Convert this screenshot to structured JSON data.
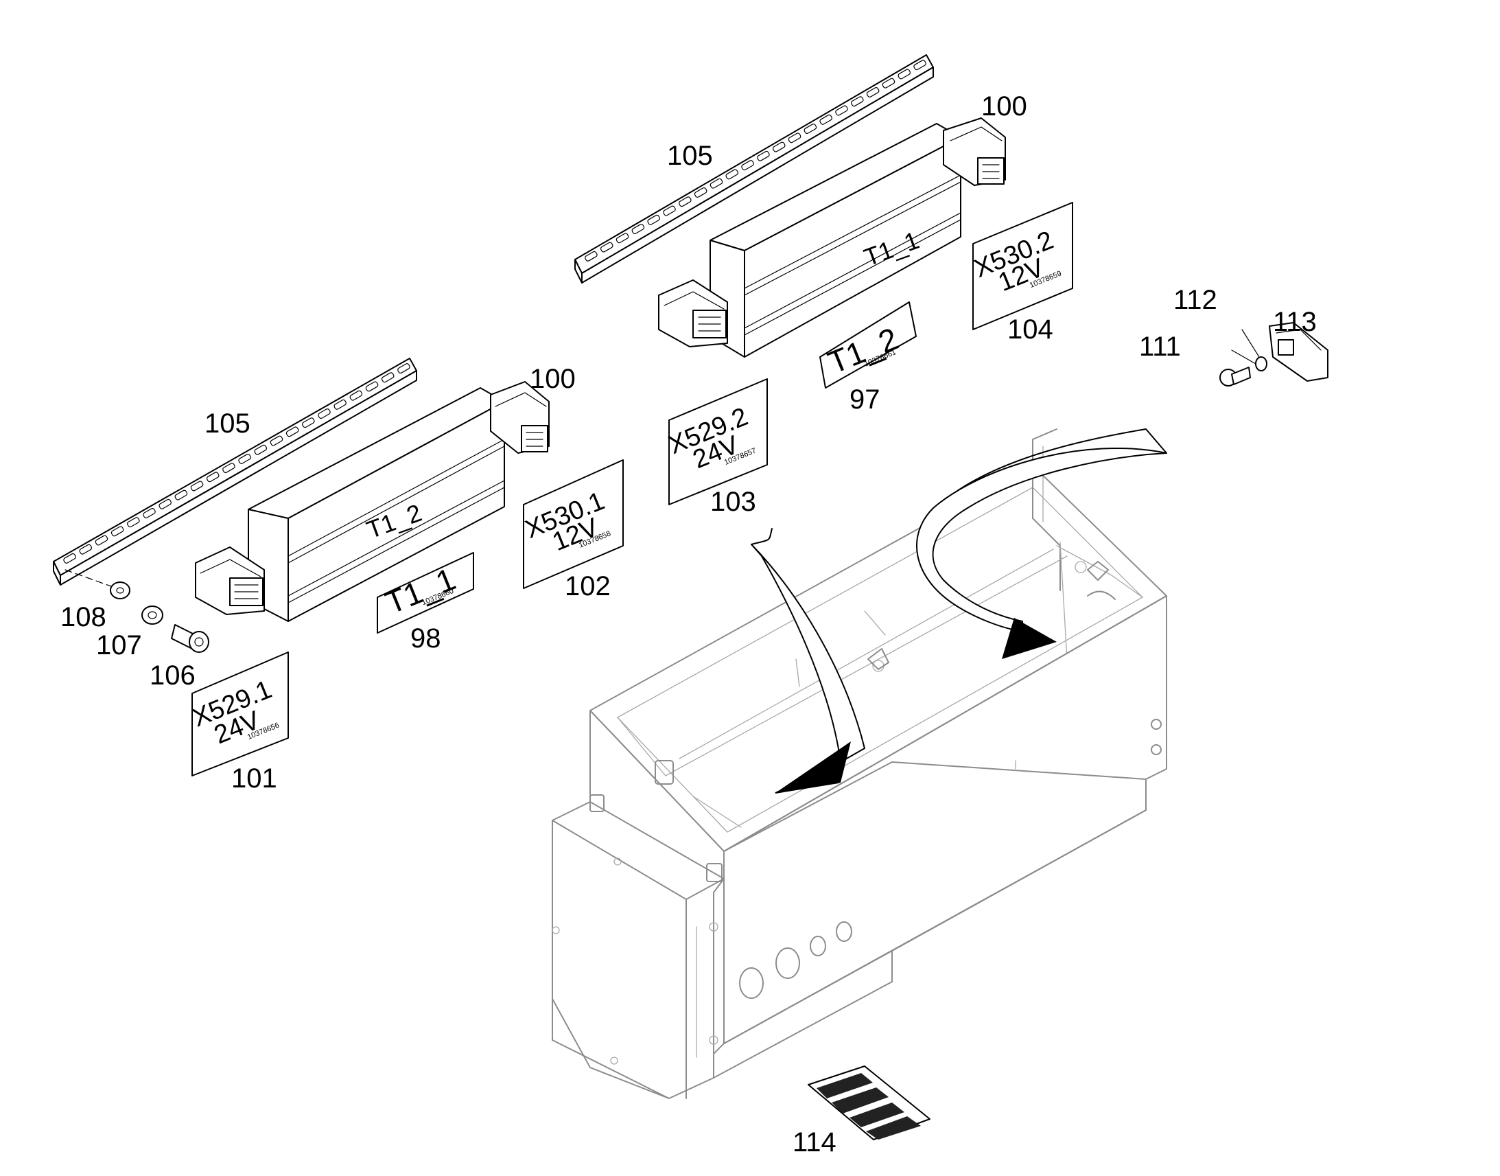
{
  "diagram": {
    "callouts": {
      "c97": "97",
      "c98": "98",
      "c100a": "100",
      "c100b": "100",
      "c101": "101",
      "c102": "102",
      "c103": "103",
      "c104": "104",
      "c105a": "105",
      "c105b": "105",
      "c106": "106",
      "c107": "107",
      "c108": "108",
      "c111": "111",
      "c112": "112",
      "c113": "113",
      "c114": "114"
    },
    "unit_labels": {
      "upper": "T1_1",
      "lower": "T1_2"
    },
    "tags": {
      "t97_main": "T1_2",
      "t97_code": "10378661",
      "t98_main": "T1_1",
      "t98_code": "10378660",
      "t101_l1": "X529.1",
      "t101_l2": "24V",
      "t101_code": "10378656",
      "t102_l1": "X530.1",
      "t102_l2": "12V",
      "t102_code": "10378658",
      "t103_l1": "X529.2",
      "t103_l2": "24V",
      "t103_code": "10378657",
      "t104_l1": "X530.2",
      "t104_l2": "12V",
      "t104_code": "10378659"
    }
  }
}
